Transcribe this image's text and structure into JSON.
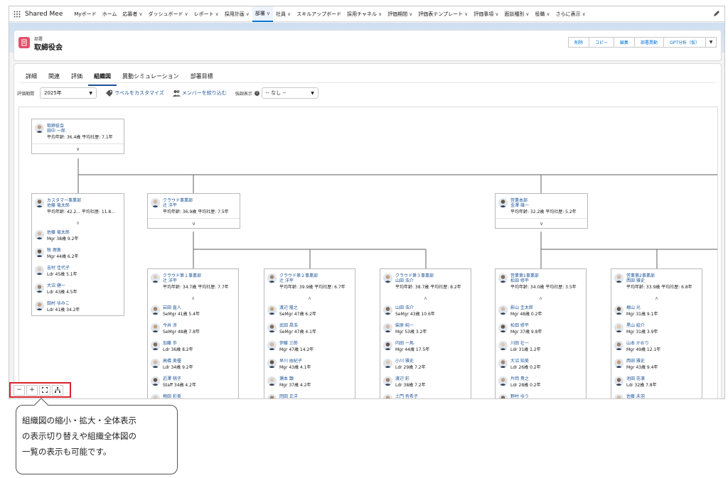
{
  "nav": {
    "app_name": "Shared Mee",
    "items": [
      {
        "label": "Myボード",
        "chevron": false
      },
      {
        "label": "ホーム",
        "chevron": false
      },
      {
        "label": "応募者",
        "chevron": true
      },
      {
        "label": "ダッシュボード",
        "chevron": true
      },
      {
        "label": "レポート",
        "chevron": true
      },
      {
        "label": "採用計画",
        "chevron": true
      },
      {
        "label": "部署",
        "chevron": true,
        "active": true
      },
      {
        "label": "社員",
        "chevron": true
      },
      {
        "label": "スキルアップボード",
        "chevron": false
      },
      {
        "label": "採用チャネル",
        "chevron": true
      },
      {
        "label": "評価期間",
        "chevron": true
      },
      {
        "label": "評価表テンプレート",
        "chevron": true
      },
      {
        "label": "評価事項",
        "chevron": true
      },
      {
        "label": "面談種別",
        "chevron": true
      },
      {
        "label": "役職",
        "chevron": true
      },
      {
        "label": "さらに表示",
        "chevron": true
      }
    ]
  },
  "record": {
    "type_label": "部署",
    "title": "取締役会",
    "actions": [
      "削除",
      "コピー",
      "編集",
      "部署異動",
      "GPT分析（仮）"
    ]
  },
  "tabs": [
    {
      "label": "詳細",
      "active": false
    },
    {
      "label": "関連",
      "active": false
    },
    {
      "label": "評価",
      "active": false
    },
    {
      "label": "組織図",
      "active": true
    },
    {
      "label": "異動シミュレーション",
      "active": false
    },
    {
      "label": "部署目標",
      "active": false
    }
  ],
  "filters": {
    "period_label": "評価期間",
    "period_value": "2025年",
    "customize_label": "ラベルをカスタマイズ",
    "narrow_label": "メンバーを絞り込む",
    "highlight_label": "強調表示",
    "highlight_value": "-- なし --"
  },
  "org": {
    "root": {
      "dept": "取締役会",
      "manager": "田中 一郎",
      "stats": "平均年齢: 36.4歳 平均社歴: 7.1年"
    },
    "level1": [
      {
        "dept": "カスタマー事業部",
        "manager": "佐藤 竜太郎",
        "stats": "平均年齢: 42.2... 平均社歴: 11.8..."
      },
      {
        "dept": "クラウド事業部",
        "manager": "辻 洋平",
        "stats": "平均年齢: 36.9歳 平均社歴: 7.5年"
      },
      {
        "dept": "営業本部",
        "manager": "金澤 雄一",
        "stats": "平均年齢: 32.2歳 平均社歴: 5.2年"
      }
    ],
    "level2": [
      {
        "dept": "クラウド第１事業部",
        "manager": "辻 洋平",
        "stats": "平均年齢: 34.7歳 平均社歴: 7.7年"
      },
      {
        "dept": "クラウド第２事業部",
        "manager": "辻 洋平",
        "stats": "平均年齢: 39.9歳 平均社歴: 6.7年"
      },
      {
        "dept": "クラウド第３事業部",
        "manager": "山田 浩介",
        "stats": "平均年齢: 38.7歳 平均社歴: 8.2年"
      },
      {
        "dept": "営業第1事業部",
        "manager": "松田 修平",
        "stats": "平均年齢: 34.0歳 平均社歴: 3.5年"
      },
      {
        "dept": "営業第2事業部",
        "manager": "西田 雅史",
        "stats": "平均年齢: 33.9歳 平均社歴: 6.8年"
      }
    ],
    "customer_members": [
      {
        "name": "佐藤 竜太郎",
        "role": "Mgr 38歳 9.2年"
      },
      {
        "name": "牧 理恵",
        "role": "Mgr 44歳 6.2年"
      },
      {
        "name": "吉村 佳代子",
        "role": "Ldr 45歳 5.1年"
      },
      {
        "name": "大沼 健一",
        "role": "Ldr 43歳 4.5年"
      },
      {
        "name": "田村 ゆみこ",
        "role": "Ldr 41歳 34.2年"
      }
    ],
    "cloud1_members": [
      {
        "name": "岩田 直人",
        "role": "SeMgr 41歳 5.4年"
      },
      {
        "name": "今井 渉",
        "role": "SeMgr 48歳 7.8年"
      },
      {
        "name": "加藤 歩",
        "role": "Ldr 36歳 8.2年"
      },
      {
        "name": "高橋 美優",
        "role": "Ldr 34歳 9.2年"
      },
      {
        "name": "近澤 桃子",
        "role": "Staff 34歳 4.2年"
      },
      {
        "name": "梅田 彩美",
        "role": ""
      }
    ],
    "cloud2_members": [
      {
        "name": "渡辺 隆之",
        "role": "SeMgr 47歳 6.2年"
      },
      {
        "name": "武田 昌浩",
        "role": "SeMgr 47歳 4.1年"
      },
      {
        "name": "伊藤 三郎",
        "role": "Mgr 47歳 14.2年"
      },
      {
        "name": "早川 由紀子",
        "role": "Mgr 43歳 4.1年"
      },
      {
        "name": "瀬本 顕",
        "role": "Mgr 37歳 4.2年"
      },
      {
        "name": "岡田 正洋",
        "role": ""
      }
    ],
    "cloud3_members": [
      {
        "name": "山田 浩介",
        "role": "SeMgr 43歳 10.6年"
      },
      {
        "name": "柴原 純一",
        "role": "Mgr 53歳 3.2年"
      },
      {
        "name": "内田 一馬",
        "role": "Mgr 44歳 17.5年"
      },
      {
        "name": "小川 雅史",
        "role": "Ldr 29歳 7.2年"
      },
      {
        "name": "渡辺 彩",
        "role": "Ldr 38歳 7.2年"
      },
      {
        "name": "土門 有希子",
        "role": ""
      }
    ],
    "sales1_members": [
      {
        "name": "影山 圭太郎",
        "role": "Mgr 48歳 0.2年"
      },
      {
        "name": "松田 修平",
        "role": "Mgr 37歳 9.8年"
      },
      {
        "name": "川田 壮一",
        "role": "Ldr 31歳 1.2年"
      },
      {
        "name": "大沼 知美",
        "role": "Ldr 26歳 0.2年"
      },
      {
        "name": "片岡 貴之",
        "role": "Ldr 28歳 0.2年"
      },
      {
        "name": "野村 ゆう",
        "role": ""
      }
    ],
    "sales2_members": [
      {
        "name": "梶山 光",
        "role": "Mgr 31歳 9.1年"
      },
      {
        "name": "黒山 絵介",
        "role": "Mgr 31歳 3.9年"
      },
      {
        "name": "山本 かおり",
        "role": "Mgr 49歳 12.1年"
      },
      {
        "name": "西田 雅史",
        "role": "Mgr 43歳 9.4年"
      },
      {
        "name": "池田 花凛",
        "role": "Ldr 32歳 7.8年"
      },
      {
        "name": "佐藤 未羽",
        "role": ""
      }
    ]
  },
  "zoom_controls": [
    "minus-icon",
    "plus-icon",
    "fit-icon",
    "hierarchy-icon"
  ],
  "callout": {
    "lines": [
      "組織図の縮小・拡大・全体表示",
      "の表示切り替えや組織全体図の",
      "一覧の表示も可能です。"
    ]
  },
  "colors": {
    "link": "#1b5297",
    "accent": "#0176d3",
    "record_icon": "#e3506a",
    "highlight_border": "#d9232d"
  }
}
